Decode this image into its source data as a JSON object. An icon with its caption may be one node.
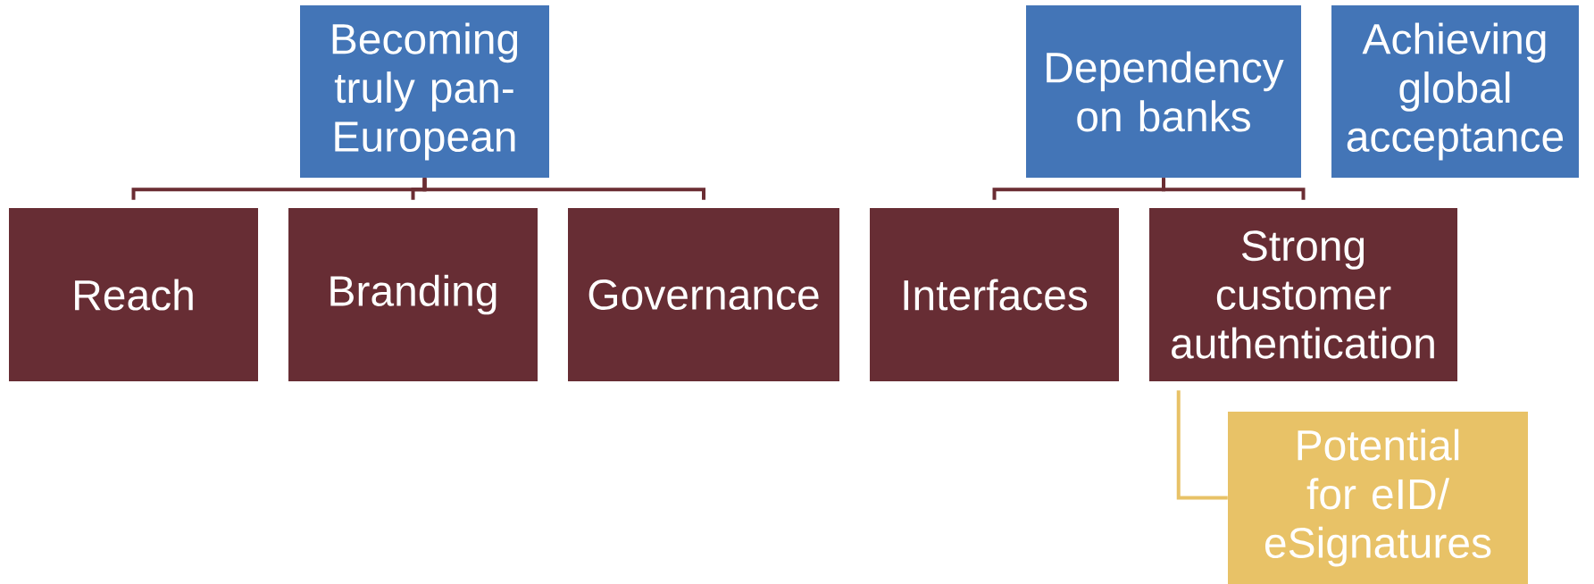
{
  "diagram": {
    "nodes": [
      {
        "text": [
          "Becoming truly pan-European"
        ]
      },
      {
        "text": [
          "Reach"
        ]
      },
      {
        "text": [
          "Branding"
        ]
      },
      {
        "text": [
          "Governance"
        ]
      },
      {
        "text": [
          "Dependency on banks"
        ]
      },
      {
        "text": [
          "Achieving global acceptance"
        ]
      },
      {
        "text": [
          "Interfaces"
        ]
      },
      {
        "text": [
          "Strong customer authentication"
        ]
      },
      {
        "text": [
          "Potential for eID/ eSignatures"
        ]
      }
    ],
    "edges": [
      {
        "from": 0,
        "to": 1,
        "arrow": "none"
      },
      {
        "from": 0,
        "to": 2,
        "arrow": "none"
      },
      {
        "from": 0,
        "to": 3,
        "arrow": "none"
      },
      {
        "from": 4,
        "to": 6,
        "arrow": "none"
      },
      {
        "from": 4,
        "to": 7,
        "arrow": "none"
      },
      {
        "from": 7,
        "to": 8,
        "arrow": "none",
        "color": "#e8c267"
      }
    ]
  }
}
